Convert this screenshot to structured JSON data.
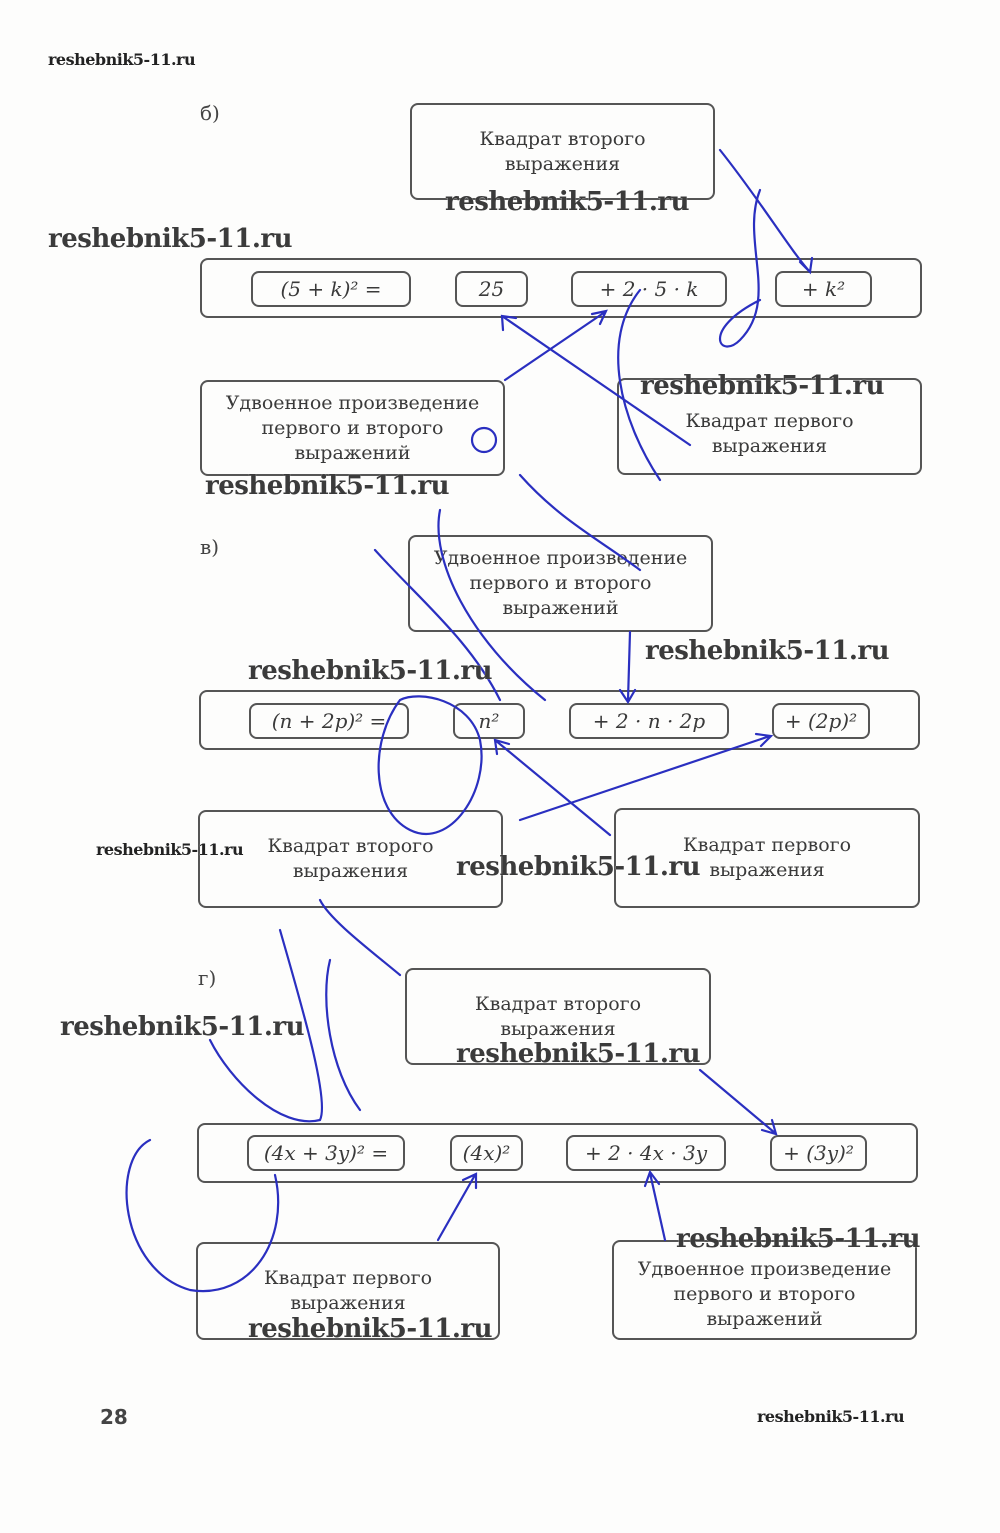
{
  "watermark": "reshebnik5-11.ru",
  "ink_color": "#2a2fc0",
  "sections": {
    "b": {
      "label": "б)",
      "top_box": "Квадрат второго\nвыражения",
      "row": [
        "(5 + k)² =",
        "25",
        "+ 2 · 5 · k",
        "+ k²"
      ],
      "left_box": "Удвоенное произведение\nпервого и второго\nвыражений",
      "right_box": "Квадрат первого\nвыражения"
    },
    "v": {
      "label": "в)",
      "top_box": "Удвоенное произведение\nпервого и второго\nвыражений",
      "row": [
        "(n + 2p)² =",
        "n²",
        "+ 2 · n · 2p",
        "+ (2p)²"
      ],
      "left_box": "Квадрат второго\nвыражения",
      "right_box": "Квадрат первого\nвыражения"
    },
    "g": {
      "label": "г)",
      "top_box": "Квадрат второго\nвыражения",
      "row": [
        "(4x + 3y)² =",
        "(4x)²",
        "+ 2 · 4x · 3y",
        "+ (3y)²"
      ],
      "left_box": "Квадрат первого\nвыражения",
      "right_box": "Удвоенное произведение\nпервого и второго\nвыражений"
    }
  },
  "footer": {
    "page_number": "28"
  }
}
